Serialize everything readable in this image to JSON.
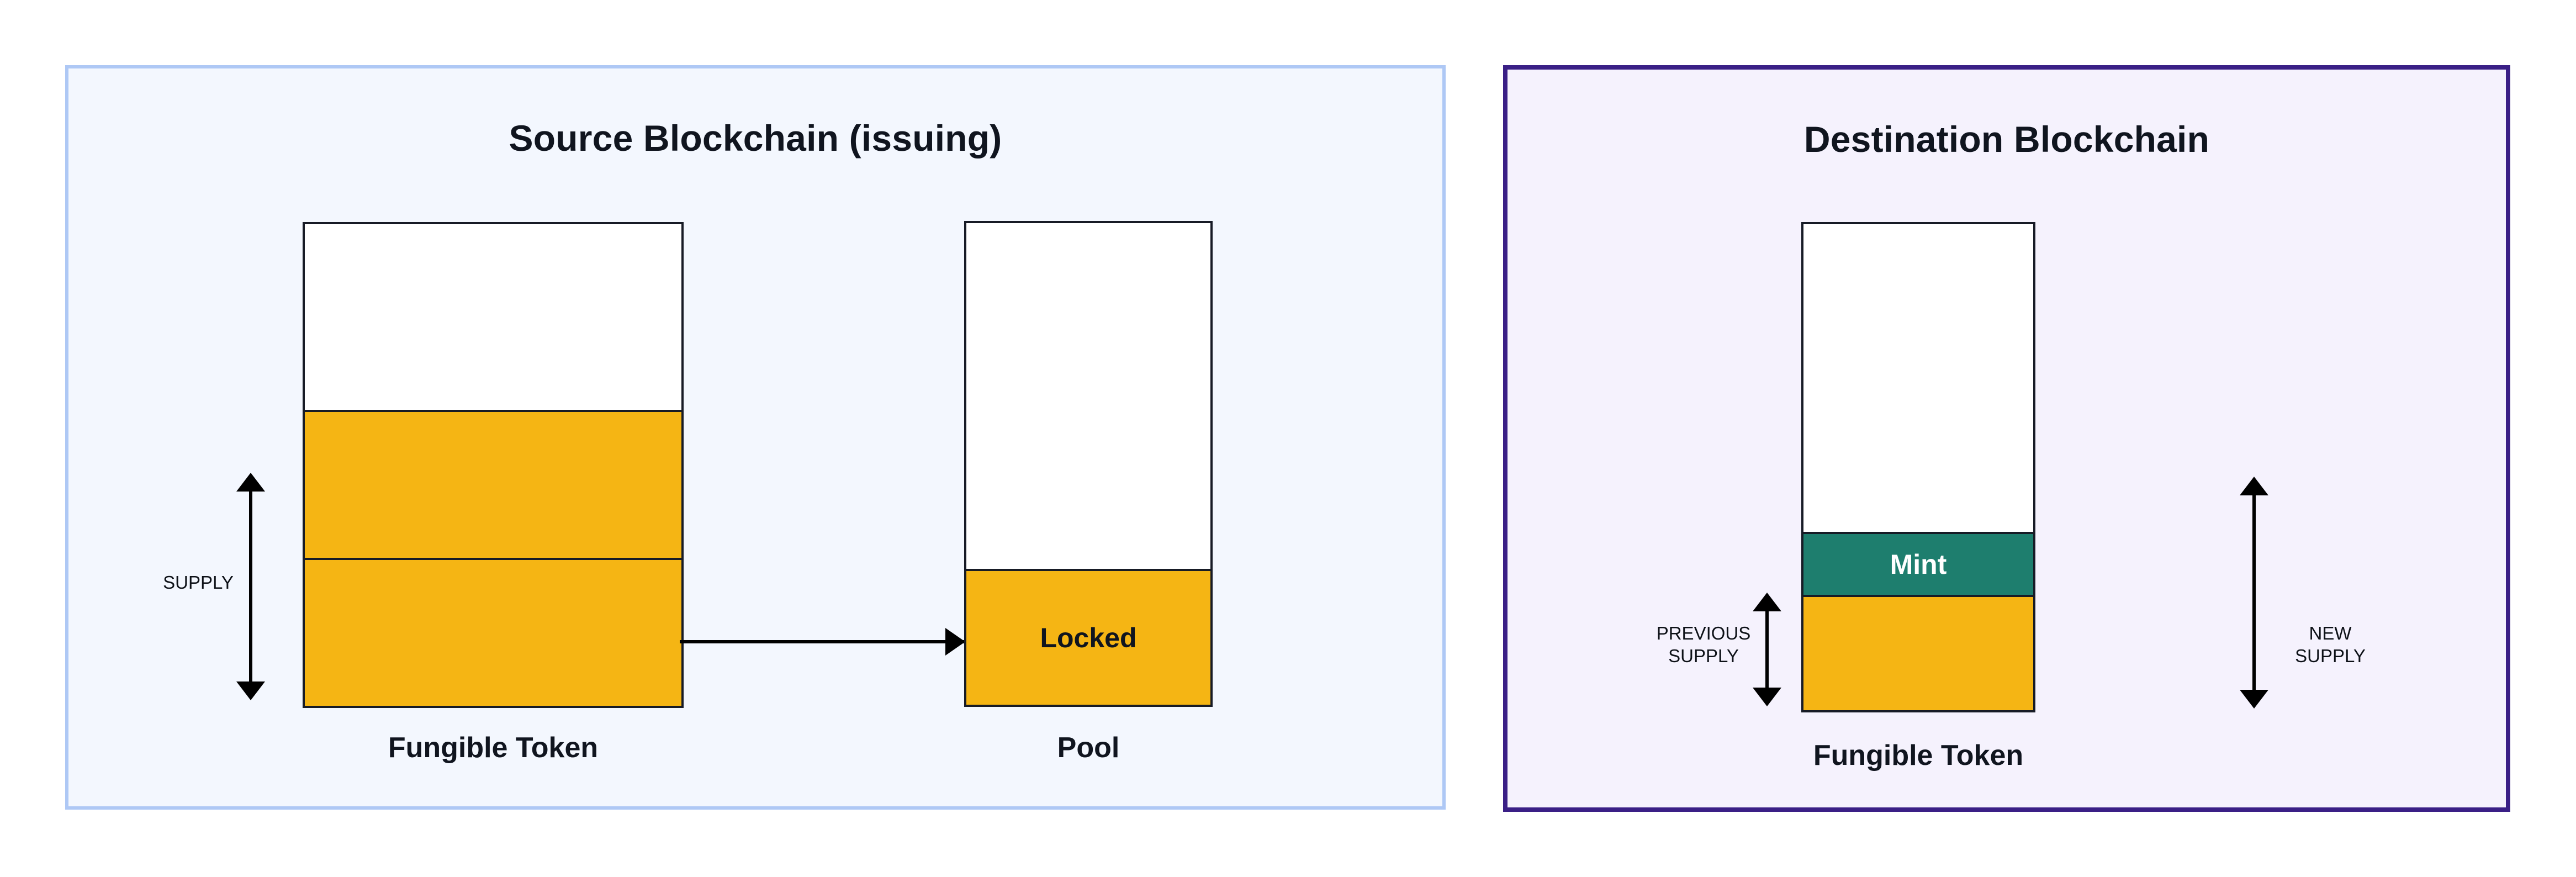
{
  "diagram": {
    "title_left": "Source Blockchain (issuing)",
    "title_right": "Destination Blockchain"
  },
  "source_panel": {
    "title": "Source Blockchain (issuing)",
    "background_color": "#f3f7fe",
    "border_color": "#aec8f5",
    "token_bar": {
      "caption": "Fungible Token",
      "segments": [
        {
          "name": "empty-headroom",
          "label": "",
          "color": "#ffffff"
        },
        {
          "name": "supply-upper",
          "label": "",
          "color": "#f5b514"
        },
        {
          "name": "supply-lower",
          "label": "",
          "color": "#f5b514"
        }
      ]
    },
    "pool_bar": {
      "caption": "Pool",
      "segments": [
        {
          "name": "empty-headroom",
          "label": "",
          "color": "#ffffff"
        },
        {
          "name": "locked",
          "label": "Locked",
          "color": "#f5b514"
        }
      ]
    },
    "measure": {
      "label": "SUPPLY"
    },
    "transfer_arrow": {
      "name": "lock-transfer-arrow",
      "direction": "right"
    }
  },
  "destination_panel": {
    "title": "Destination Blockchain",
    "background_color": "#f5f2fd",
    "border_color": "#3a1f86",
    "token_bar": {
      "caption": "Fungible Token",
      "segments": [
        {
          "name": "empty-headroom",
          "label": "",
          "color": "#ffffff"
        },
        {
          "name": "mint",
          "label": "Mint",
          "color": "#1e7e6e"
        },
        {
          "name": "previous-supply",
          "label": "",
          "color": "#f5b514"
        }
      ]
    },
    "measure_previous": {
      "label": "PREVIOUS\nSUPPLY"
    },
    "measure_new": {
      "label": "NEW\nSUPPLY"
    }
  },
  "colors": {
    "amber": "#f5b514",
    "teal": "#1e7e6e",
    "stroke": "#171b26",
    "source_border": "#aec8f5",
    "destination_border": "#3a1f86",
    "source_fill": "#f3f7fe",
    "destination_fill": "#f5f2fd",
    "text": "#10151f"
  }
}
